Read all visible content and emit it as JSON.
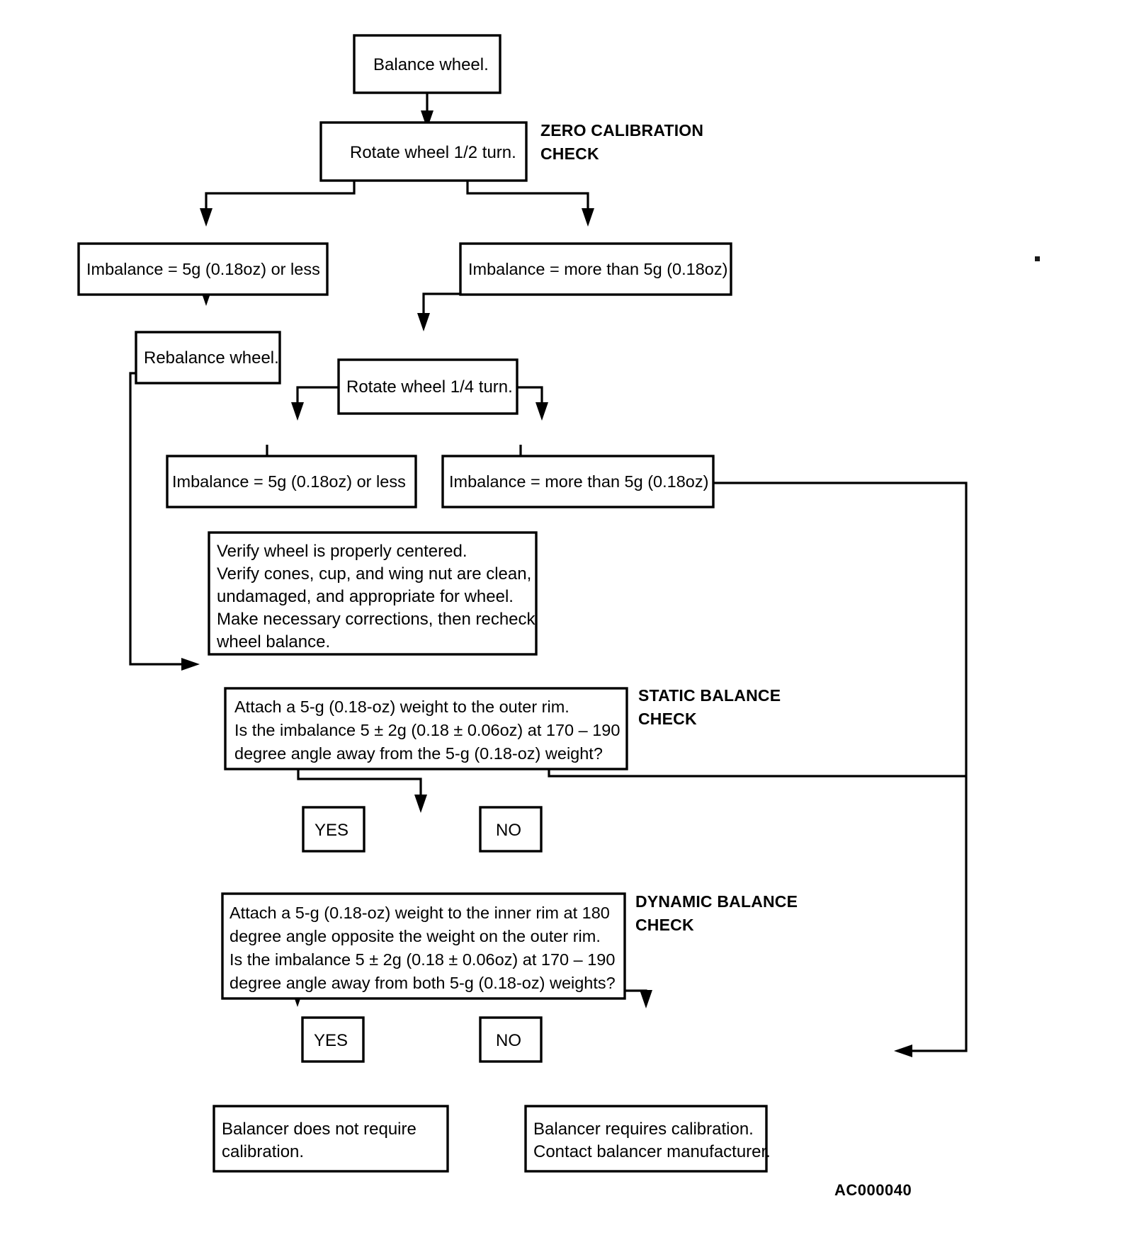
{
  "figure": {
    "code": "AC000040",
    "title": "Wheel balancer calibration check flowchart"
  },
  "section_labels": {
    "zero": {
      "line1": "ZERO CALIBRATION",
      "line2": "CHECK"
    },
    "static": {
      "line1": "STATIC BALANCE",
      "line2": "CHECK"
    },
    "dynamic": {
      "line1": "DYNAMIC BALANCE",
      "line2": "CHECK"
    }
  },
  "nodes": {
    "balance_wheel": {
      "lines": [
        "Balance wheel."
      ]
    },
    "rotate_half": {
      "lines": [
        "Rotate wheel 1/2 turn."
      ]
    },
    "imbalance_less_1": {
      "lines": [
        "Imbalance = 5g (0.18oz) or less"
      ]
    },
    "imbalance_more_1": {
      "lines": [
        "Imbalance = more than 5g (0.18oz)"
      ]
    },
    "rebalance_wheel": {
      "lines": [
        "Rebalance wheel."
      ]
    },
    "rotate_quarter": {
      "lines": [
        "Rotate wheel 1/4 turn."
      ]
    },
    "imbalance_less_2": {
      "lines": [
        "Imbalance = 5g (0.18oz) or less"
      ]
    },
    "imbalance_more_2": {
      "lines": [
        "Imbalance = more than 5g (0.18oz)"
      ]
    },
    "verify": {
      "lines": [
        "Verify wheel is properly centered.",
        "Verify cones, cup, and wing nut are clean,",
        "undamaged, and appropriate for wheel.",
        "Make necessary corrections, then recheck",
        "wheel balance."
      ]
    },
    "static_check": {
      "lines": [
        "Attach a 5-g (0.18-oz) weight to the outer rim.",
        "Is the imbalance 5 ± 2g (0.18 ± 0.06oz) at 170 – 190",
        "degree angle away from the 5-g (0.18-oz) weight?"
      ]
    },
    "static_yes": {
      "lines": [
        "YES"
      ]
    },
    "static_no": {
      "lines": [
        "NO"
      ]
    },
    "dynamic_check": {
      "lines": [
        "Attach a 5-g (0.18-oz) weight to the inner rim at 180",
        "degree angle opposite the weight on the outer rim.",
        "Is the imbalance 5 ± 2g (0.18 ± 0.06oz) at 170 – 190",
        "degree angle away from both 5-g (0.18-oz) weights?"
      ]
    },
    "dynamic_yes": {
      "lines": [
        "YES"
      ]
    },
    "dynamic_no": {
      "lines": [
        "NO"
      ]
    },
    "no_calibration": {
      "lines": [
        "Balancer does not require",
        "calibration."
      ]
    },
    "requires_calibration": {
      "lines": [
        "Balancer requires calibration.",
        "Contact balancer manufacturer."
      ]
    }
  },
  "chart_data": {
    "type": "diagram",
    "diagram_kind": "flowchart",
    "title": "Wheel balancer calibration check",
    "sections": [
      "ZERO CALIBRATION CHECK",
      "STATIC BALANCE CHECK",
      "DYNAMIC BALANCE CHECK"
    ],
    "steps": [
      "Balance wheel.",
      "Rotate wheel 1/2 turn.",
      "Imbalance = 5g (0.18oz) or less",
      "Imbalance = more than 5g (0.18oz)",
      "Rebalance wheel.",
      "Rotate wheel 1/4 turn.",
      "Imbalance = 5g (0.18oz) or less",
      "Imbalance = more than 5g (0.18oz)",
      "Verify wheel is properly centered. Verify cones, cup, and wing nut are clean, undamaged, and appropriate for wheel. Make necessary corrections, then recheck wheel balance.",
      "Attach a 5-g (0.18-oz) weight to the outer rim. Is the imbalance 5 ± 2g (0.18 ± 0.06oz) at 170 – 190 degree angle away from the 5-g (0.18-oz) weight?",
      "YES",
      "NO",
      "Attach a 5-g (0.18-oz) weight to the inner rim at 180 degree angle opposite the weight on the outer rim. Is the imbalance 5 ± 2g (0.18 ± 0.06oz) at 170 – 190 degree angle away from both 5-g (0.18-oz) weights?",
      "YES",
      "NO",
      "Balancer does not require calibration.",
      "Balancer requires calibration. Contact balancer manufacturer."
    ],
    "edges": [
      [
        "Balance wheel.",
        "Rotate wheel 1/2 turn."
      ],
      [
        "Rotate wheel 1/2 turn.",
        "Imbalance = 5g (0.18oz) or less"
      ],
      [
        "Rotate wheel 1/2 turn.",
        "Imbalance = more than 5g (0.18oz)"
      ],
      [
        "Imbalance = 5g (0.18oz) or less",
        "Rebalance wheel."
      ],
      [
        "Imbalance = more than 5g (0.18oz)",
        "Rotate wheel 1/4 turn."
      ],
      [
        "Rebalance wheel.",
        "Attach a 5-g (0.18-oz) weight to the outer rim."
      ],
      [
        "Rotate wheel 1/4 turn.",
        "Imbalance = 5g (0.18oz) or less"
      ],
      [
        "Rotate wheel 1/4 turn.",
        "Imbalance = more than 5g (0.18oz)"
      ],
      [
        "Imbalance = 5g (0.18oz) or less",
        "Verify wheel is properly centered."
      ],
      [
        "Imbalance = more than 5g (0.18oz)",
        "Balancer requires calibration."
      ],
      [
        "Verify wheel is properly centered.",
        "Attach a 5-g (0.18-oz) weight to the outer rim."
      ],
      [
        "Attach a 5-g (0.18-oz) weight to the outer rim.",
        "YES"
      ],
      [
        "Attach a 5-g (0.18-oz) weight to the outer rim.",
        "NO"
      ],
      [
        "YES",
        "Attach a 5-g (0.18-oz) weight to the inner rim at 180"
      ],
      [
        "NO",
        "Balancer requires calibration."
      ],
      [
        "Attach a 5-g (0.18-oz) weight to the inner rim at 180",
        "YES"
      ],
      [
        "Attach a 5-g (0.18-oz) weight to the inner rim at 180",
        "NO"
      ],
      [
        "YES",
        "Balancer does not require calibration."
      ],
      [
        "NO",
        "Balancer requires calibration."
      ]
    ]
  }
}
